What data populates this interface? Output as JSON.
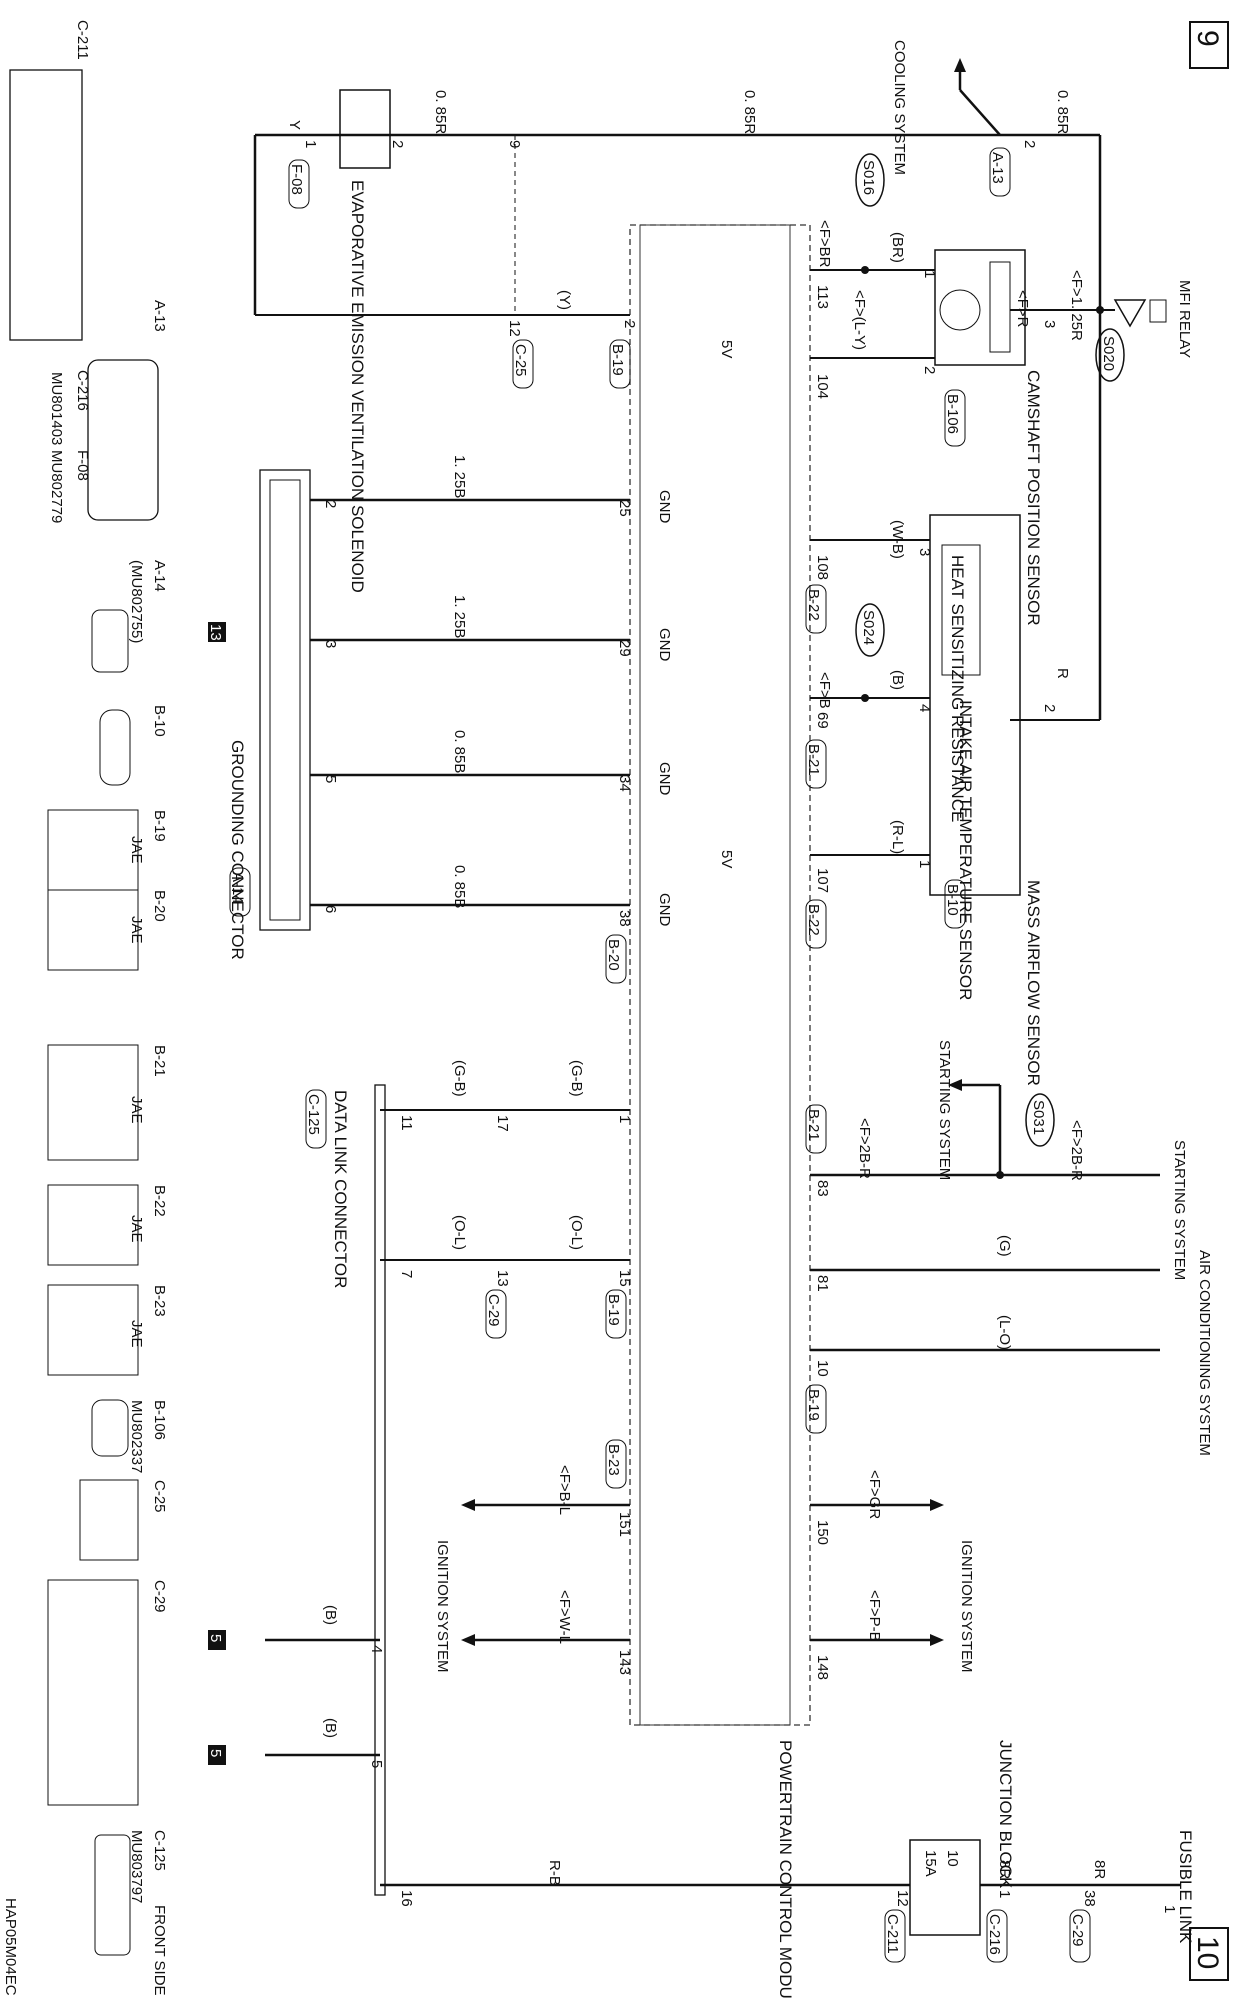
{
  "page_numbers": {
    "top": "9",
    "bottom": "10"
  },
  "drawing_code": "HAP05M04EC",
  "connector_panel": {
    "c211": "C-211",
    "a13": "A-13",
    "c216": "C-216",
    "c216_part": "MU801403",
    "f08": "F-08",
    "f08_part": "MU802779",
    "a14": "A-14",
    "a14_part": "(MU802755)",
    "b10": "B-10",
    "b19": "B-19",
    "b20": "B-20",
    "b21": "B-21",
    "b22": "B-22",
    "b23": "B-23",
    "b106": "B-106",
    "b106_part": "MU802337",
    "c25": "C-25",
    "c29": "C-29",
    "c125": "C-125",
    "c125_part": "MU803797",
    "front_side": "FRONT SIDE",
    "jae": "JAE"
  },
  "components": {
    "mfi_relay": "MFI RELAY",
    "cooling_system": "COOLING SYSTEM",
    "evap_solenoid": "EVAPORATIVE EMISSION VENTILATION SOLENOID",
    "camshaft_sensor": "CAMSHAFT POSITION SENSOR",
    "heat_resistance": "HEAT SENSITIZING RESISTANCE",
    "intake_air_sensor": "INTAKE AIR TEMPERATURE SENSOR",
    "maf_sensor": "MASS AIRFLOW SENSOR",
    "starting_system_1": "STARTING SYSTEM",
    "starting_system_2": "STARTING SYSTEM",
    "ac_system": "AIR CONDITIONING SYSTEM",
    "ignition_system_1": "IGNITION SYSTEM",
    "ignition_system_2": "IGNITION SYSTEM",
    "junction_block": "JUNCTION BLOCK",
    "fusible_link": "FUSIBLE LINK",
    "fusible_link_num": "1",
    "grounding_connector": "GROUNDING CONNECTOR",
    "data_link_connector": "DATA LINK CONNECTOR",
    "pcm": "POWERTRAIN CONTROL MODULE",
    "fuse_num": "10",
    "fuse_amp": "15A"
  },
  "splices": [
    "S016",
    "S020",
    "S024",
    "S031"
  ],
  "ground_marks": [
    "13",
    "5",
    "5"
  ],
  "wires": {
    "w085r_a": "0. 85R",
    "w085r_b": "0. 85R",
    "w085r_c": "0. 85R",
    "wy": "Y",
    "wy_paren": "(Y)",
    "f125r": "<F>1. 25R",
    "fr": "<F>R",
    "r": "R",
    "fbr": "<F>BR",
    "br": "(BR)",
    "fly": "<F>(L-Y)",
    "wb": "(W-B)",
    "fb": "<F>B",
    "b": "(B)",
    "rl": "(R-L)",
    "w125b_a": "1. 25B",
    "w125b_b": "1. 25B",
    "w085b_a": "0. 85B",
    "w085b_b": "0. 85B",
    "f2br_a": "<F>2B-R",
    "f2br_b": "<F>2B-R",
    "g": "(G)",
    "lo": "(L-O)",
    "gb_a": "(G-B)",
    "gb_b": "(G-B)",
    "ol_a": "(O-L)",
    "ol_b": "(O-L)",
    "fgr": "<F>GR",
    "fpb": "<F>P-B",
    "fbl": "<F>B-L",
    "fwl": "<F>W-L",
    "gnd_b1": "(B)",
    "gnd_b2": "(B)",
    "rb": "R-B",
    "w8r_a": "8R",
    "w8r_b": "8R",
    "gnd": "GND",
    "v5": "5V"
  },
  "pins": {
    "evap_1": "1",
    "evap_2": "2",
    "f08": "F-08",
    "c25_9": "9",
    "c25_12": "12",
    "c25": "C-25",
    "a13_2": "2",
    "a13": "A-13",
    "cam_1": "1",
    "cam_2": "2",
    "cam_3": "3",
    "b106": "B-106",
    "b19_2": "2",
    "b19": "B-19",
    "pcm_113": "113",
    "pcm_104": "104",
    "pcm_25": "25",
    "pcm_29": "29",
    "pcm_34": "34",
    "pcm_38": "38",
    "b20": "B-20",
    "pcm_108": "108",
    "b22_a": "B-22",
    "pcm_69": "69",
    "b21_a": "B-21",
    "pcm_107": "107",
    "b22_b": "B-22",
    "heat_3": "3",
    "heat_4": "4",
    "ia_2": "2",
    "maf_1": "1",
    "b10": "B-10",
    "gc_2": "2",
    "gc_3": "3",
    "gc_5": "5",
    "gc_6": "6",
    "a14": "A-14",
    "pcm_83": "83",
    "b21_b": "B-21",
    "pcm_81": "81",
    "pcm_10": "10",
    "b19_b": "B-19",
    "pcm_1": "1",
    "pcm_15": "15",
    "b19_c": "B-19",
    "c29_17": "17",
    "c29_13": "13",
    "c29": "C-29",
    "dlc_11": "11",
    "dlc_7": "7",
    "dlc_4": "4",
    "dlc_5": "5",
    "dlc_16": "16",
    "c125": "C-125",
    "pcm_150": "150",
    "pcm_148": "148",
    "pcm_151": "151",
    "pcm_143": "143",
    "b23": "B-23",
    "jb_1": "1",
    "c216": "C-216",
    "jb_12": "12",
    "c211": "C-211",
    "fl_38": "38",
    "c29_b": "C-29"
  }
}
